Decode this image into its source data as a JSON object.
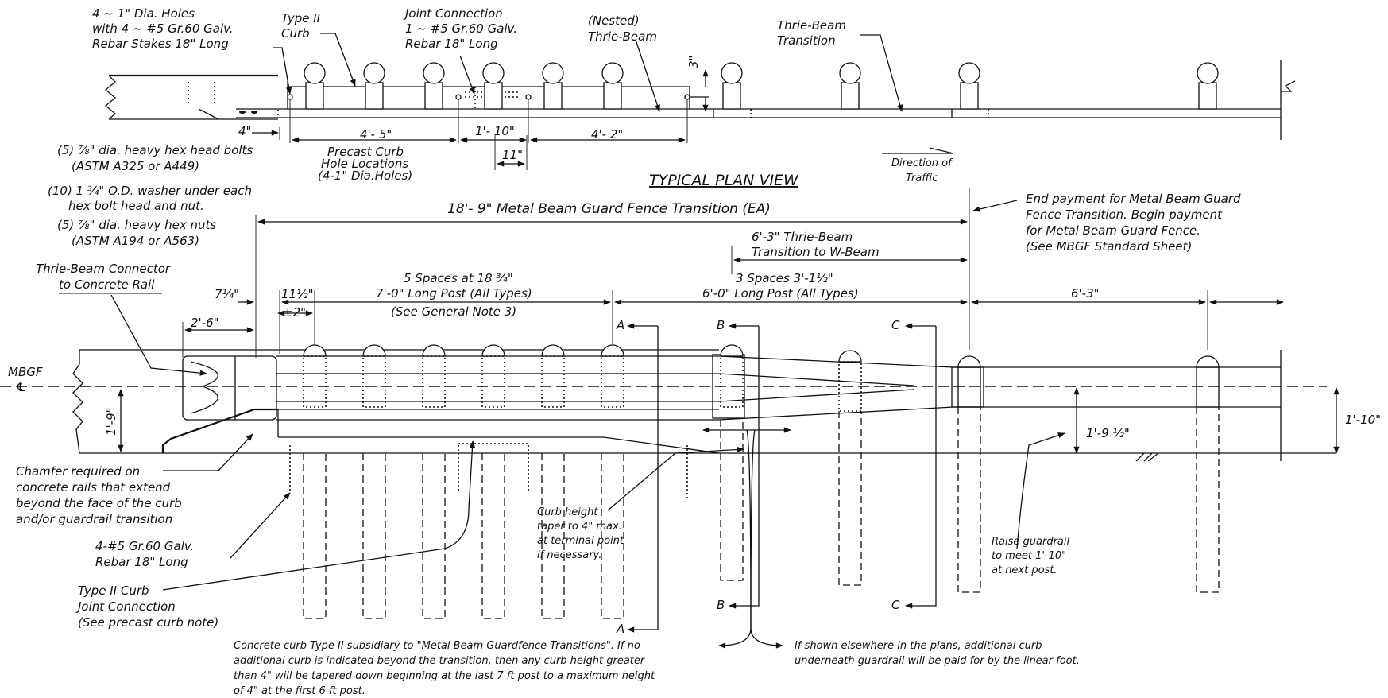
{
  "titles": {
    "plan_view": "TYPICAL PLAN VIEW"
  },
  "top_labels": {
    "holes_1": "4 ~ 1\" Dia. Holes",
    "holes_2": "with 4 ~ #5 Gr.60 Galv.",
    "holes_3": "Rebar Stakes 18\" Long",
    "type2_1": "Type II",
    "type2_2": "Curb",
    "joint_1": "Joint Connection",
    "joint_2": "1 ~ #5 Gr.60 Galv.",
    "joint_3": "Rebar 18\" Long",
    "nested_1": "(Nested)",
    "nested_2": "Thrie-Beam",
    "dim_3": "3\"",
    "trans_1": "Thrie-Beam",
    "trans_2": "Transition",
    "dim_4": "4\"",
    "dim_4_5": "4'- 5\"",
    "dim_1_10": "1'- 10\"",
    "dim_4_2": "4'- 2\"",
    "dim_11": "11\"",
    "precast_1": "Precast Curb",
    "precast_2": "Hole Locations",
    "precast_3": "(4-1\" Dia.Holes)",
    "direction_1": "Direction of",
    "direction_2": "Traffic"
  },
  "notes_left": {
    "bolts_1": "(5) ⅞\" dia. heavy hex head bolts",
    "bolts_2": "(ASTM A325 or A449)",
    "washer_1": "(10) 1 ¾\" O.D. washer under each",
    "washer_2": "hex bolt head and nut.",
    "nuts_1": "(5)  ⅞\" dia. heavy hex nuts",
    "nuts_2": "(ASTM A194 or A563)",
    "connector_1": "Thrie-Beam Connector",
    "connector_2": "to Concrete Rail",
    "mbgf": "MBGF",
    "cl": "℄",
    "chamfer_1": "Chamfer required on",
    "chamfer_2": "concrete rails that extend",
    "chamfer_3": "beyond the face of the curb",
    "chamfer_4": "and/or guardrail transition",
    "rebar_1": "4-#5 Gr.60 Galv.",
    "rebar_2": "Rebar 18\" Long",
    "joint_1": "Type II Curb",
    "joint_2": "Joint Connection",
    "joint_3": "(See precast curb note)"
  },
  "dimensions": {
    "transition_total": "18'- 9\" Metal Beam Guard Fence Transition (EA)",
    "thrie_w_1": "6'-3\" Thrie-Beam",
    "thrie_w_2": "Transition to W-Beam",
    "d_7_25": "7¼\"",
    "d_11_5": "11½\"",
    "d_pm2": "±2\"",
    "d_2_6": "2'-6\"",
    "five_spaces": "5 Spaces at 18 ¾\"",
    "post_7": "7'-0\" Long Post (All Types)",
    "gen_note": "(See General Note 3)",
    "three_spaces": "3 Spaces 3'-1½\"",
    "post_6": "6'-0\" Long Post (All Types)",
    "d_6_3": "6'-3\"",
    "d_1_9": "1'-9\"",
    "d_1_9_half": "1'-9 ½\"",
    "d_1_10": "1'-10\""
  },
  "notes_right": {
    "end_1": "End payment for Metal Beam Guard",
    "end_2": "Fence Transition. Begin payment",
    "end_3": "for Metal Beam Guard Fence.",
    "end_4": "(See MBGF Standard Sheet)",
    "raise_1": "Raise guardrail",
    "raise_2": "to meet 1'-10\"",
    "raise_3": "at next post."
  },
  "sections": {
    "a": "A",
    "b": "B",
    "c": "C"
  },
  "curb_note": {
    "taper_1": "Curb height",
    "taper_2": "taper to 4\" max.",
    "taper_3": "at terminal point",
    "taper_4": "if necessary.",
    "bottom_1": "Concrete curb Type II subsidiary to \"Metal Beam Guardfence Transitions\". If no",
    "bottom_2": "additional curb is indicated beyond the transition, then any curb height greater",
    "bottom_3": "than 4\" will be tapered down beginning at the last 7 ft post to a maximum height",
    "bottom_4": "of 4\" at the first 6 ft post.",
    "right_1": "If shown elsewhere in the plans, additional curb",
    "right_2": "underneath guardrail will be paid for by the linear foot."
  }
}
